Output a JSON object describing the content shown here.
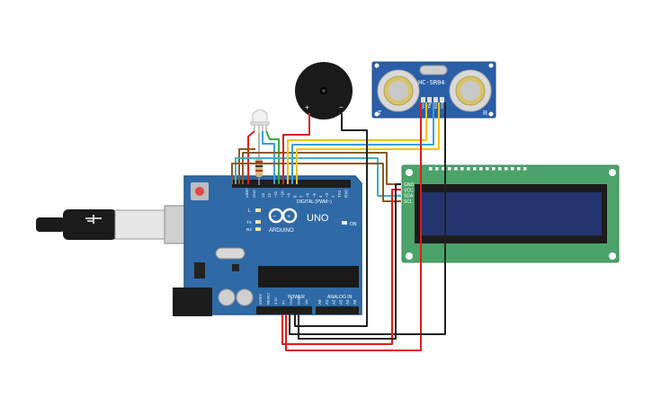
{
  "arduino": {
    "brand": "ARDUINO",
    "model": "UNO",
    "digital_label": "DIGITAL (PWM~)",
    "power_label": "POWER",
    "analog_label": "ANALOG IN",
    "on_label": "ON",
    "l_label": "L",
    "tx_label": "TX",
    "rx_label": "RX",
    "aref_label": "AREF",
    "gnd_label": "GND",
    "digital_pins": [
      "13",
      "12",
      "~11",
      "~10",
      "~9",
      "8",
      "7",
      "~6",
      "~5",
      "4",
      "~3",
      "2",
      "TX1",
      "RX0"
    ],
    "power_pins": [
      "IOREF",
      "RESET",
      "3.3V",
      "5V",
      "GND",
      "GND",
      "Vin"
    ],
    "analog_pins": [
      "A0",
      "A1",
      "A2",
      "A3",
      "A4",
      "A5"
    ]
  },
  "sensor": {
    "model": "HC-SR04",
    "pins": [
      "Vcc",
      "Trig",
      "Echo",
      "Gnd"
    ],
    "left_mark": "T",
    "right_mark": "R"
  },
  "buzzer": {
    "plus": "+",
    "minus": "−"
  },
  "lcd": {
    "pins": [
      "GND",
      "VCC",
      "SDA",
      "SCL"
    ]
  },
  "colors": {
    "board": "#2f6aa6",
    "board_dark": "#1e4f84",
    "lcd_pcb": "#4ca36a",
    "lcd_screen": "#23356e",
    "sensor_pcb": "#2a5fa8",
    "wire_red": "#e01b1b",
    "wire_black": "#222222",
    "wire_yellow": "#f2c40f",
    "wire_blue": "#3a9ee0",
    "wire_green": "#37a845",
    "wire_brown": "#8a5a2b",
    "wire_teal": "#40b0c8"
  }
}
